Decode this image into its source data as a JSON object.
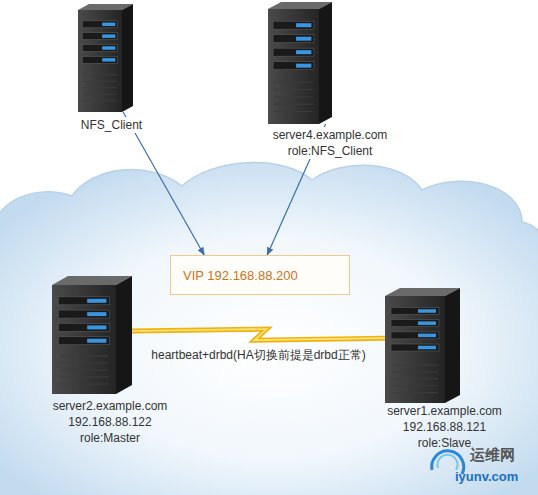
{
  "diagram": {
    "nodes": [
      {
        "text": [
          "NFS_Client"
        ]
      },
      {
        "text": [
          "server4.example.com role:NFS_Client"
        ]
      },
      {
        "text": [
          "VIP 192.168.88.200"
        ]
      },
      {
        "text": [
          "server2.example.com 192.168.88.122 role:Master"
        ]
      },
      {
        "text": [
          "server1.example.com 192.168.88.121 role:Slave"
        ]
      }
    ],
    "edges": [
      {
        "from": 0,
        "to": 2,
        "arrow": "to"
      },
      {
        "from": 1,
        "to": 2,
        "arrow": "to"
      },
      {
        "from": 3,
        "to": 4,
        "label": "heartbeat+drbd(HA切换前提是drbd正常)",
        "arrow": "none"
      }
    ],
    "labels": [
      "运维网",
      "iyunv.com"
    ]
  }
}
